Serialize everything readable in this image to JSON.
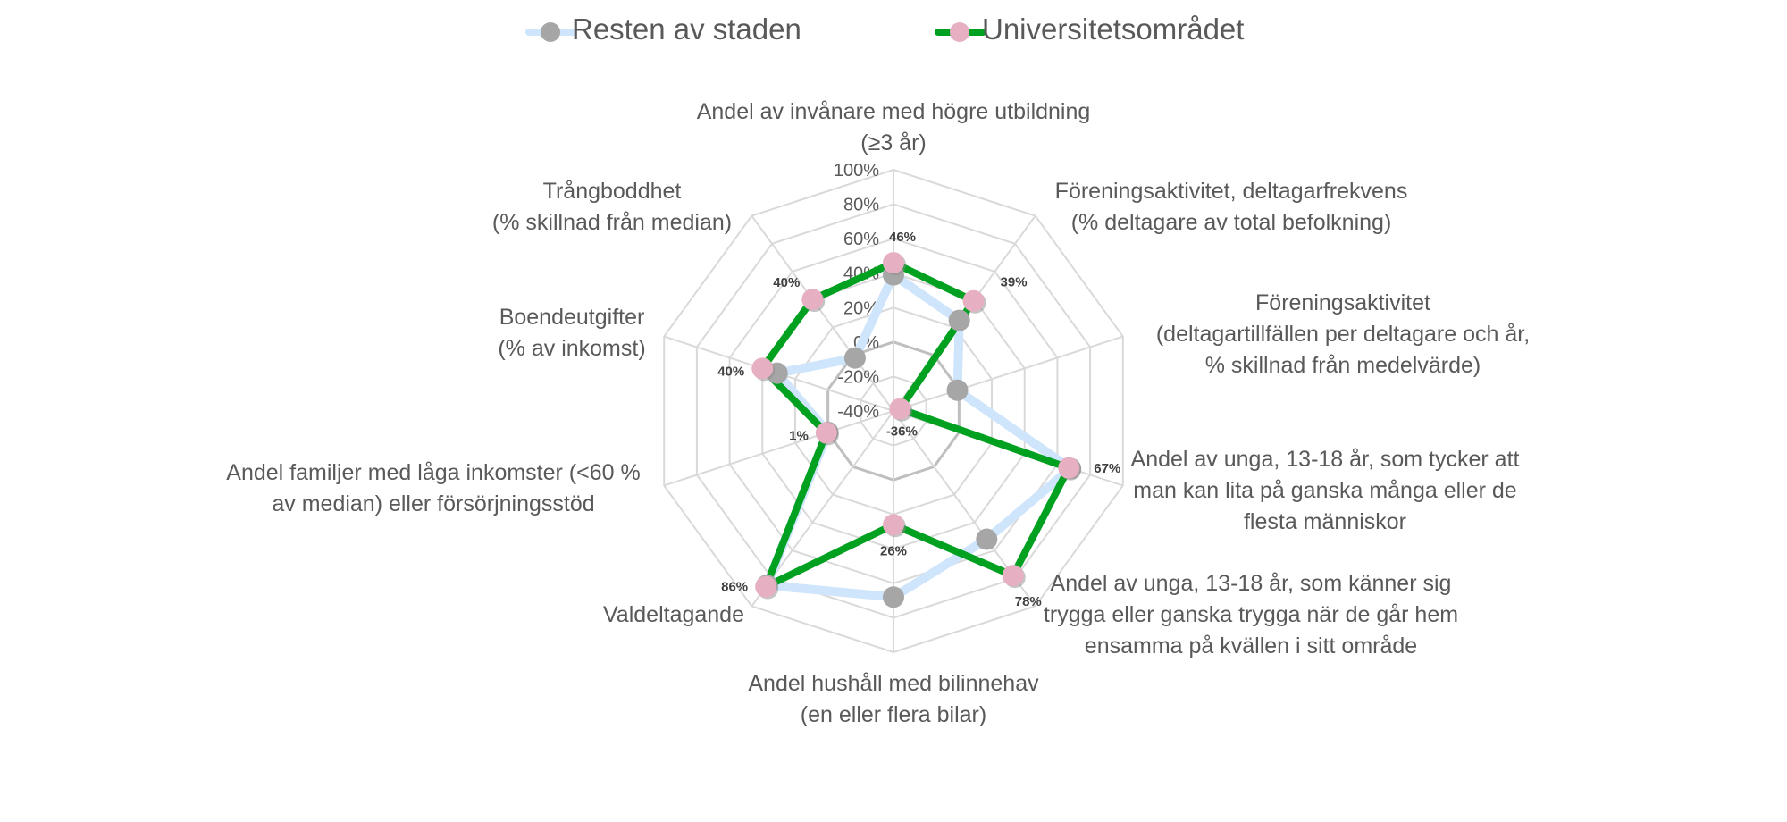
{
  "chart_data": {
    "type": "radar",
    "title": "",
    "legend_position": "top",
    "range": [
      -0.4,
      1.0
    ],
    "ticks": [
      "100%",
      "80%",
      "60%",
      "40%",
      "20%",
      "0%",
      "-20%",
      "-40%"
    ],
    "tick_values": [
      1.0,
      0.8,
      0.6,
      0.4,
      0.2,
      0,
      -0.2,
      -0.4
    ],
    "categories": [
      [
        "Andel av invånare med högre utbildning",
        "(≥3 år)"
      ],
      [
        "Föreningsaktivitet, deltagarfrekvens",
        "(% deltagare av total befolkning)"
      ],
      [
        "Föreningsaktivitet",
        "(deltagartillfällen per deltagare och år,",
        "% skillnad från medelvärde)"
      ],
      [
        "Andel av unga, 13-18 år, som tycker att",
        "man kan lita på ganska många eller de",
        "flesta människor"
      ],
      [
        "Andel av unga, 13-18 år, som känner sig",
        "trygga eller ganska trygga när de går hem",
        "ensamma på kvällen i sitt område"
      ],
      [
        "Andel hushåll med bilinnehav",
        "(en eller flera bilar)"
      ],
      [
        "Valdeltagande"
      ],
      [
        "Andel familjer med låga inkomster (<60 %",
        "av median) eller försörjningsstöd"
      ],
      [
        "Boendeutgifter",
        "(% av inkomst)"
      ],
      [
        "Trångboddhet",
        "(% skillnad från median)"
      ]
    ],
    "series": [
      {
        "name": "Resten av staden",
        "line_color": "#cfe5fc",
        "marker_color": "#a6a6a6",
        "values": [
          0.39,
          0.25,
          -0.01,
          0.68,
          0.52,
          0.68,
          0.85,
          0.0,
          0.31,
          -0.02
        ],
        "data_labels": null
      },
      {
        "name": "Universitetsområdet",
        "line_color": "#00a020",
        "marker_color": "#e6b0c2",
        "values": [
          0.46,
          0.39,
          -0.36,
          0.67,
          0.78,
          0.26,
          0.86,
          0.01,
          0.4,
          0.4
        ],
        "data_labels": [
          "46%",
          "39%",
          "-36%",
          "67%",
          "78%",
          "26%",
          "86%",
          "1%",
          "40%",
          "40%"
        ]
      }
    ]
  }
}
